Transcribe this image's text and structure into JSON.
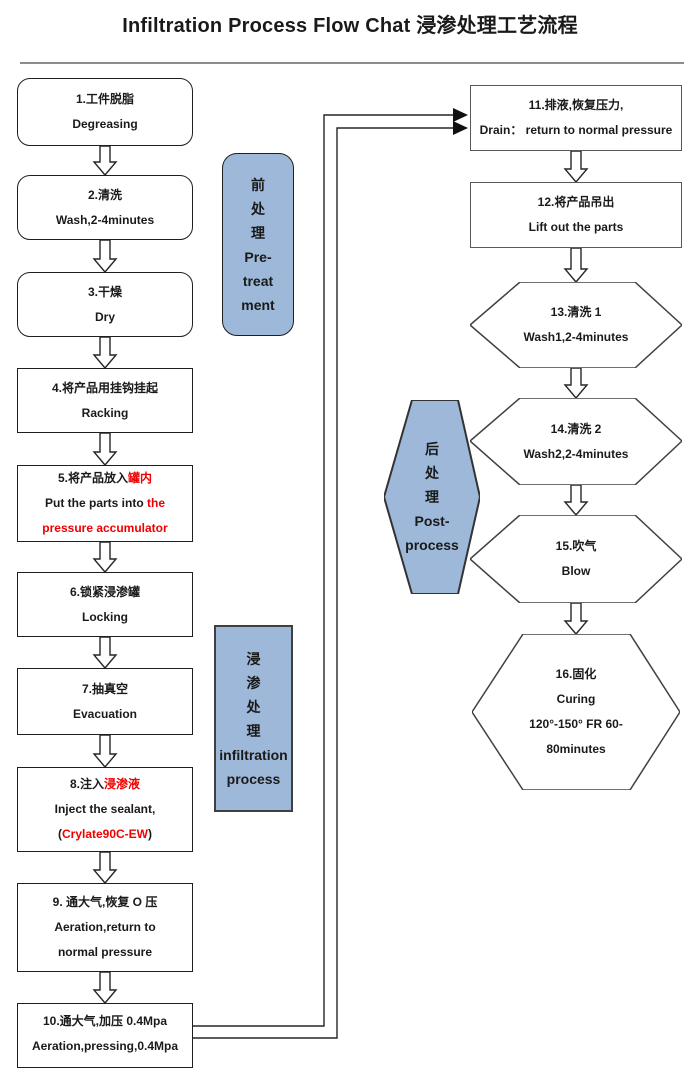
{
  "title": "Infiltration Process Flow Chat 浸渗处理工艺流程",
  "colors": {
    "stage_label_fill": "#9db8d8",
    "red_text": "#f00000",
    "node_border": "#1f1f1f",
    "right_node_border": "#595959",
    "divider": "#8c8c8c"
  },
  "nodes": {
    "n1": {
      "zh": "1.工件脱脂",
      "en": "Degreasing"
    },
    "n2": {
      "zh": "2.清洗",
      "en": "Wash,2-4minutes"
    },
    "n3": {
      "zh": "3.干燥",
      "en": "Dry"
    },
    "n4": {
      "zh": "4.将产品用挂钩挂起",
      "en": "Racking"
    },
    "n5": {
      "zh1": "5.将产品放入",
      "zh2": "罐内",
      "en1a": "Put the parts into ",
      "en1b": "the",
      "en2": "pressure accumulator"
    },
    "n6": {
      "zh": "6.锁紧浸渗罐",
      "en": "Locking"
    },
    "n7": {
      "zh": "7.抽真空",
      "en": "Evacuation"
    },
    "n8": {
      "zh1": "8.注入",
      "zh2": "浸渗液",
      "en1": "Inject the sealant,",
      "en2a": "(",
      "en2b": "Crylate90C-EW",
      "en2c": ")"
    },
    "n9": {
      "zh": "9.  通大气,恢复 O 压",
      "en1": "Aeration,return to",
      "en2": "normal pressure"
    },
    "n10": {
      "zh": "10.通大气,加压 0.4Mpa",
      "en": "Aeration,pressing,0.4Mpa"
    },
    "n11": {
      "zh": "11.排液,恢复压力,",
      "en": "Drain：  return to normal pressure"
    },
    "n12": {
      "zh": "12.将产品吊出",
      "en": "Lift out the parts"
    },
    "n13": {
      "zh": "13.清洗 1",
      "en": "Wash1,2-4minutes"
    },
    "n14": {
      "zh": "14.清洗 2",
      "en": "Wash2,2-4minutes"
    },
    "n15": {
      "zh": "15.吹气",
      "en": "Blow"
    },
    "n16": {
      "zh": "16.固化",
      "en": "Curing",
      "l3": "120°-150° FR 60-",
      "l4": "80minutes"
    }
  },
  "labels": {
    "pre": [
      "前",
      "处",
      "理",
      "Pre-",
      "treat",
      "ment"
    ],
    "infil": [
      "浸",
      "渗",
      "处",
      "理",
      "infiltration",
      "process"
    ],
    "post": [
      "后",
      "处",
      "理",
      "Post-",
      "process"
    ]
  }
}
